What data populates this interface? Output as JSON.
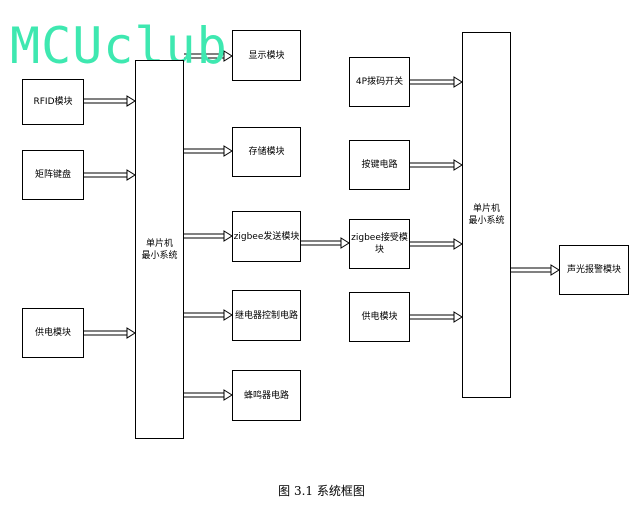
{
  "watermark": "MCUclub",
  "caption": "图 3.1  系统框图",
  "left_inputs": {
    "rfid": "RFID模块",
    "keypad": "矩阵键盘",
    "power": "供电模块"
  },
  "mcu_left": "单片机\n最小系统",
  "middle_outputs": {
    "display": "显示模块",
    "storage": "存储模块",
    "zigbee_tx": "zigbee发送模块",
    "relay": "继电器控制电路",
    "buzzer": "蜂鸣器电路"
  },
  "right_inputs": {
    "dip_switch": "4P拨码开关",
    "button": "按键电路",
    "zigbee_rx": "zigbee接受模块",
    "power": "供电模块"
  },
  "mcu_right": "单片机\n最小系统",
  "alarm": "声光报警模块"
}
